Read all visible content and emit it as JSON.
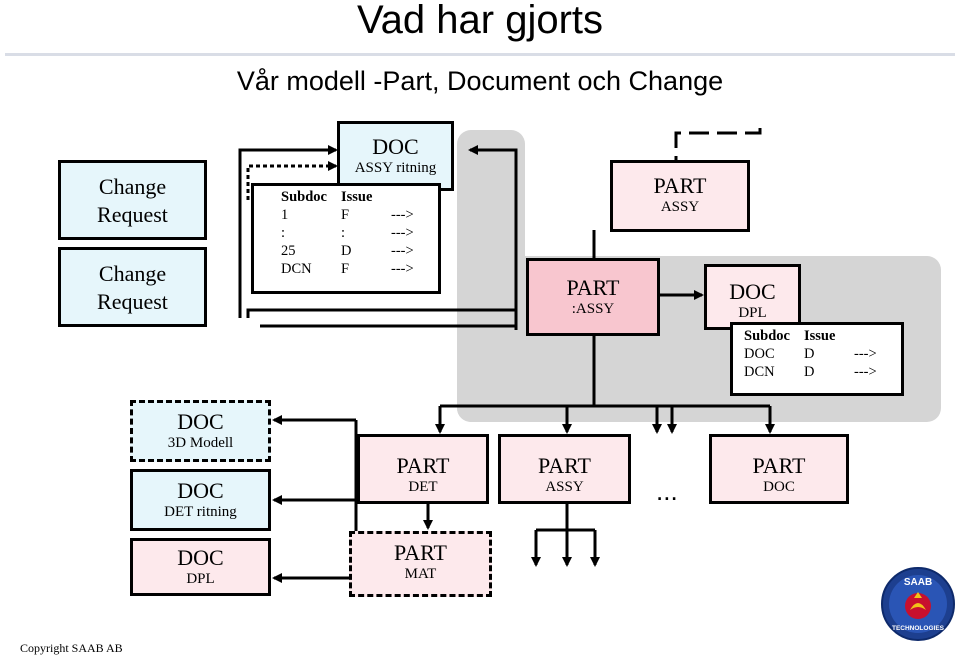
{
  "title": "Vad har gjorts",
  "subtitle": "Vår modell -Part, Document och Change",
  "change_requests": [
    {
      "line1": "Change",
      "line2": "Request"
    },
    {
      "line1": "Change",
      "line2": "Request"
    }
  ],
  "doc_assy": {
    "kind": "DOC",
    "label": "ASSY ritning"
  },
  "subdoc_table_left": {
    "headers": [
      "Subdoc",
      "Issue",
      ""
    ],
    "rows": [
      [
        "1",
        "F",
        "--->"
      ],
      [
        ":",
        ":",
        "--->"
      ],
      [
        "25",
        "D",
        "--->"
      ],
      [
        "DCN",
        "F",
        "--->"
      ]
    ]
  },
  "part_assy_top": {
    "kind": "PART",
    "label": "ASSY"
  },
  "part_assy_center": {
    "kind": "PART",
    "label": ":ASSY"
  },
  "doc_dpl_right": {
    "kind": "DOC",
    "label": "DPL"
  },
  "subdoc_table_right": {
    "headers": [
      "Subdoc",
      "Issue",
      ""
    ],
    "rows": [
      [
        "DOC",
        "D",
        "--->"
      ],
      [
        "DCN",
        "D",
        "--->"
      ]
    ]
  },
  "docs_left": [
    {
      "kind": "DOC",
      "label": "3D Modell"
    },
    {
      "kind": "DOC",
      "label": "DET ritning"
    },
    {
      "kind": "DOC",
      "label": "DPL"
    }
  ],
  "part_det": {
    "kind": "PART",
    "label": "DET"
  },
  "part_mat": {
    "kind": "PART",
    "label": "MAT"
  },
  "part_assy_bottom": {
    "kind": "PART",
    "label": "ASSY"
  },
  "part_doc": {
    "kind": "PART",
    "label": "DOC"
  },
  "ellipsis": "...",
  "copyright": "Copyright SAAB AB",
  "logo": {
    "icon": "saab-technologies-logo",
    "text_top": "SAAB",
    "text_bottom": "TECHNOLOGIES"
  }
}
